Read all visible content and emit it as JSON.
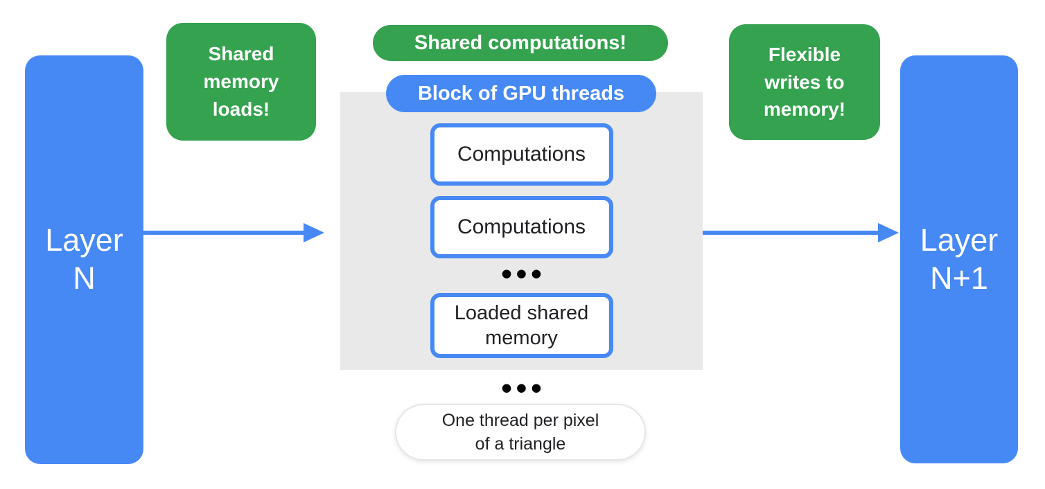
{
  "colors": {
    "blue": "#4789F4",
    "green": "#35A24F",
    "panel_gray": "#E9E9E9",
    "text_dark": "#202124"
  },
  "layers": {
    "left": {
      "text": "Layer\nN"
    },
    "right": {
      "text": "Layer\nN+1"
    }
  },
  "notes": {
    "left": {
      "text": "Shared\nmemory\nloads!"
    },
    "center": {
      "text": "Shared computations!"
    },
    "right": {
      "text": "Flexible\nwrites to\nmemory!"
    }
  },
  "gpu_block": {
    "label": "Block of GPU threads",
    "items": [
      "Computations",
      "Computations",
      "Loaded shared\nmemory"
    ]
  },
  "caption": {
    "text": "One thread per pixel\nof a triangle"
  },
  "icons": {
    "ellipsis": "•••"
  }
}
